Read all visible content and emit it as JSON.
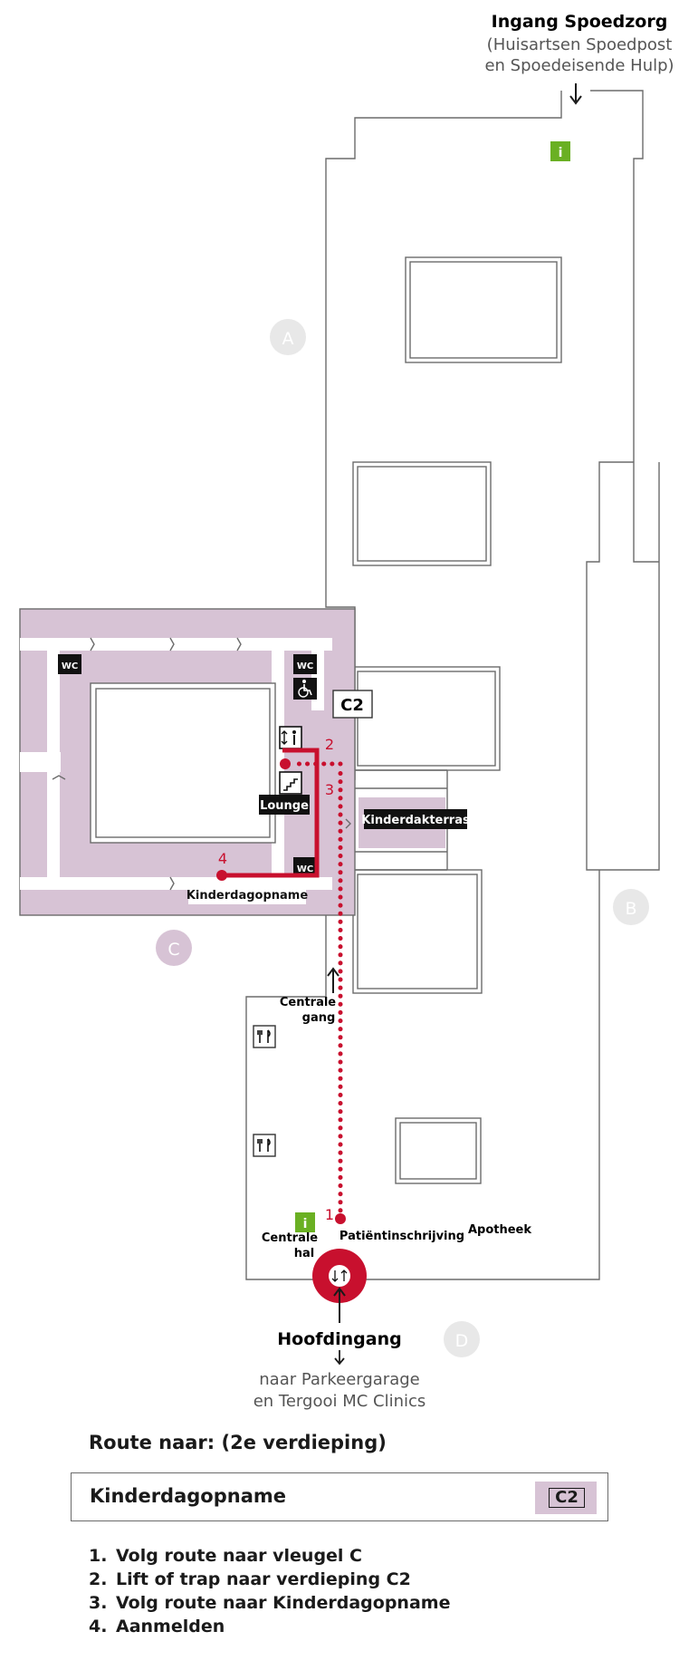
{
  "map": {
    "entrance_top": {
      "title": "Ingang Spoedzorg",
      "line1": "(Huisartsen Spoedpost",
      "line2": "en Spoedeisende Hulp)"
    },
    "wings": {
      "a": "A",
      "b": "B",
      "c": "C",
      "d": "D"
    },
    "labels": {
      "c2_badge": "C2",
      "lounge": "Lounge",
      "kinderdakterras": "Kinderdakterras",
      "kinderdagopname": "Kinderdagopname",
      "centrale_gang_1": "Centrale",
      "centrale_gang_2": "gang",
      "centrale_hal_1": "Centrale",
      "centrale_hal_2": "hal",
      "patientinschrijving": "Patiëntinschrijving",
      "apotheek": "Apotheek",
      "wc": "WC",
      "info": "i"
    },
    "route_numbers": [
      "1",
      "2",
      "3",
      "4"
    ],
    "entrance_main": {
      "title": "Hoofdingang",
      "line1": "naar Parkeergarage",
      "line2": "en Tergooi MC Clinics"
    },
    "colors": {
      "route": "#c8102e",
      "wing_c": "#d7c3d5",
      "info": "#6ab023",
      "wing_circle": "#e8e8e8",
      "wall": "#6b6b6b"
    },
    "icons": [
      "wc-icon",
      "wheelchair-icon",
      "elevator-icon",
      "stairs-icon",
      "restaurant-icon",
      "info-icon",
      "revolving-door-icon",
      "arrow-down-icon",
      "arrow-up-icon"
    ]
  },
  "legend": {
    "route_title": "Route naar:  (2e verdieping)",
    "destination": "Kinderdagopname",
    "badge": "C2",
    "steps": [
      {
        "num": "1.",
        "text": "Volg route naar vleugel C"
      },
      {
        "num": "2.",
        "text": "Lift of trap naar verdieping C2"
      },
      {
        "num": "3.",
        "text": "Volg route naar Kinderdagopname"
      },
      {
        "num": "4.",
        "text": "Aanmelden"
      }
    ]
  }
}
